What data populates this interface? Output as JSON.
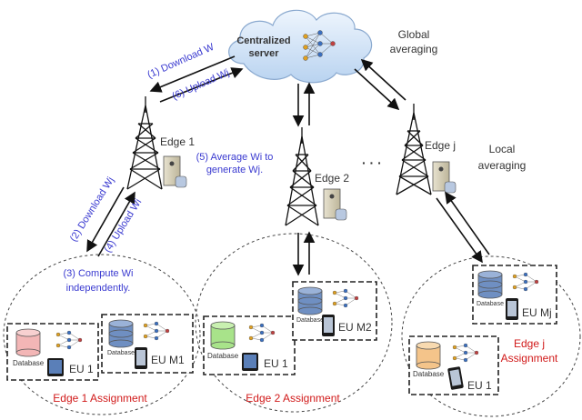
{
  "cloud": {
    "label_line1": "Centralized",
    "label_line2": "server"
  },
  "global_averaging": {
    "line1": "Global",
    "line2": "averaging"
  },
  "local_averaging": {
    "line1": "Local",
    "line2": "averaging"
  },
  "steps": {
    "download_w": "(1) Download W",
    "upload_wj": "(6) Upload Wj",
    "download_wj": "(2) Download Wj",
    "upload_wi": "(4) Upload Wi",
    "average_line1": "(5) Average Wi to",
    "average_line2": "generate Wj.",
    "compute_line1": "(3) Compute Wi",
    "compute_line2": "independently."
  },
  "edges": {
    "edge1": "Edge 1",
    "edge2": "Edge 2",
    "edgej": "Edge j",
    "dots": "·  ·  ·"
  },
  "database_label": "Database",
  "assignments": {
    "edge1": "Edge 1 Assignment",
    "edge2": "Edge 2 Assignment",
    "edgej_line1": "Edge j",
    "edgej_line2": "Assignment"
  },
  "users": {
    "eu1": "EU 1",
    "eu_m1": "EU M1",
    "eu_m2": "EU M2",
    "eu_mj": "EU Mj"
  },
  "colors": {
    "text_blue": "#3a3ad0",
    "text_red": "#d11a1a",
    "cloud_fill": "#dbe9f8",
    "db_red": "#f3b6b6",
    "db_blue": "#6f8fc2",
    "db_green": "#a8e38a",
    "db_orange": "#f4c48a"
  }
}
